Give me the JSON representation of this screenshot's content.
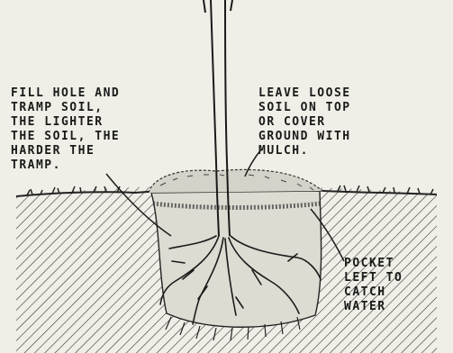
{
  "labels": {
    "fill_hole": "FILL HOLE AND\nTRAMP SOIL,\nTHE LIGHTER\nTHE SOIL, THE\nHARDER THE\nTRAMP.",
    "loose_soil": "LEAVE LOOSE\nSOIL ON TOP\nOR COVER\nGROUND WITH\nMULCH.",
    "pocket": "POCKET\nLEFT TO\nCATCH\nWATER"
  },
  "colors": {
    "paper": "#efeee7",
    "ink": "#1a1a1a",
    "fill_soil": "#dddbd2"
  }
}
